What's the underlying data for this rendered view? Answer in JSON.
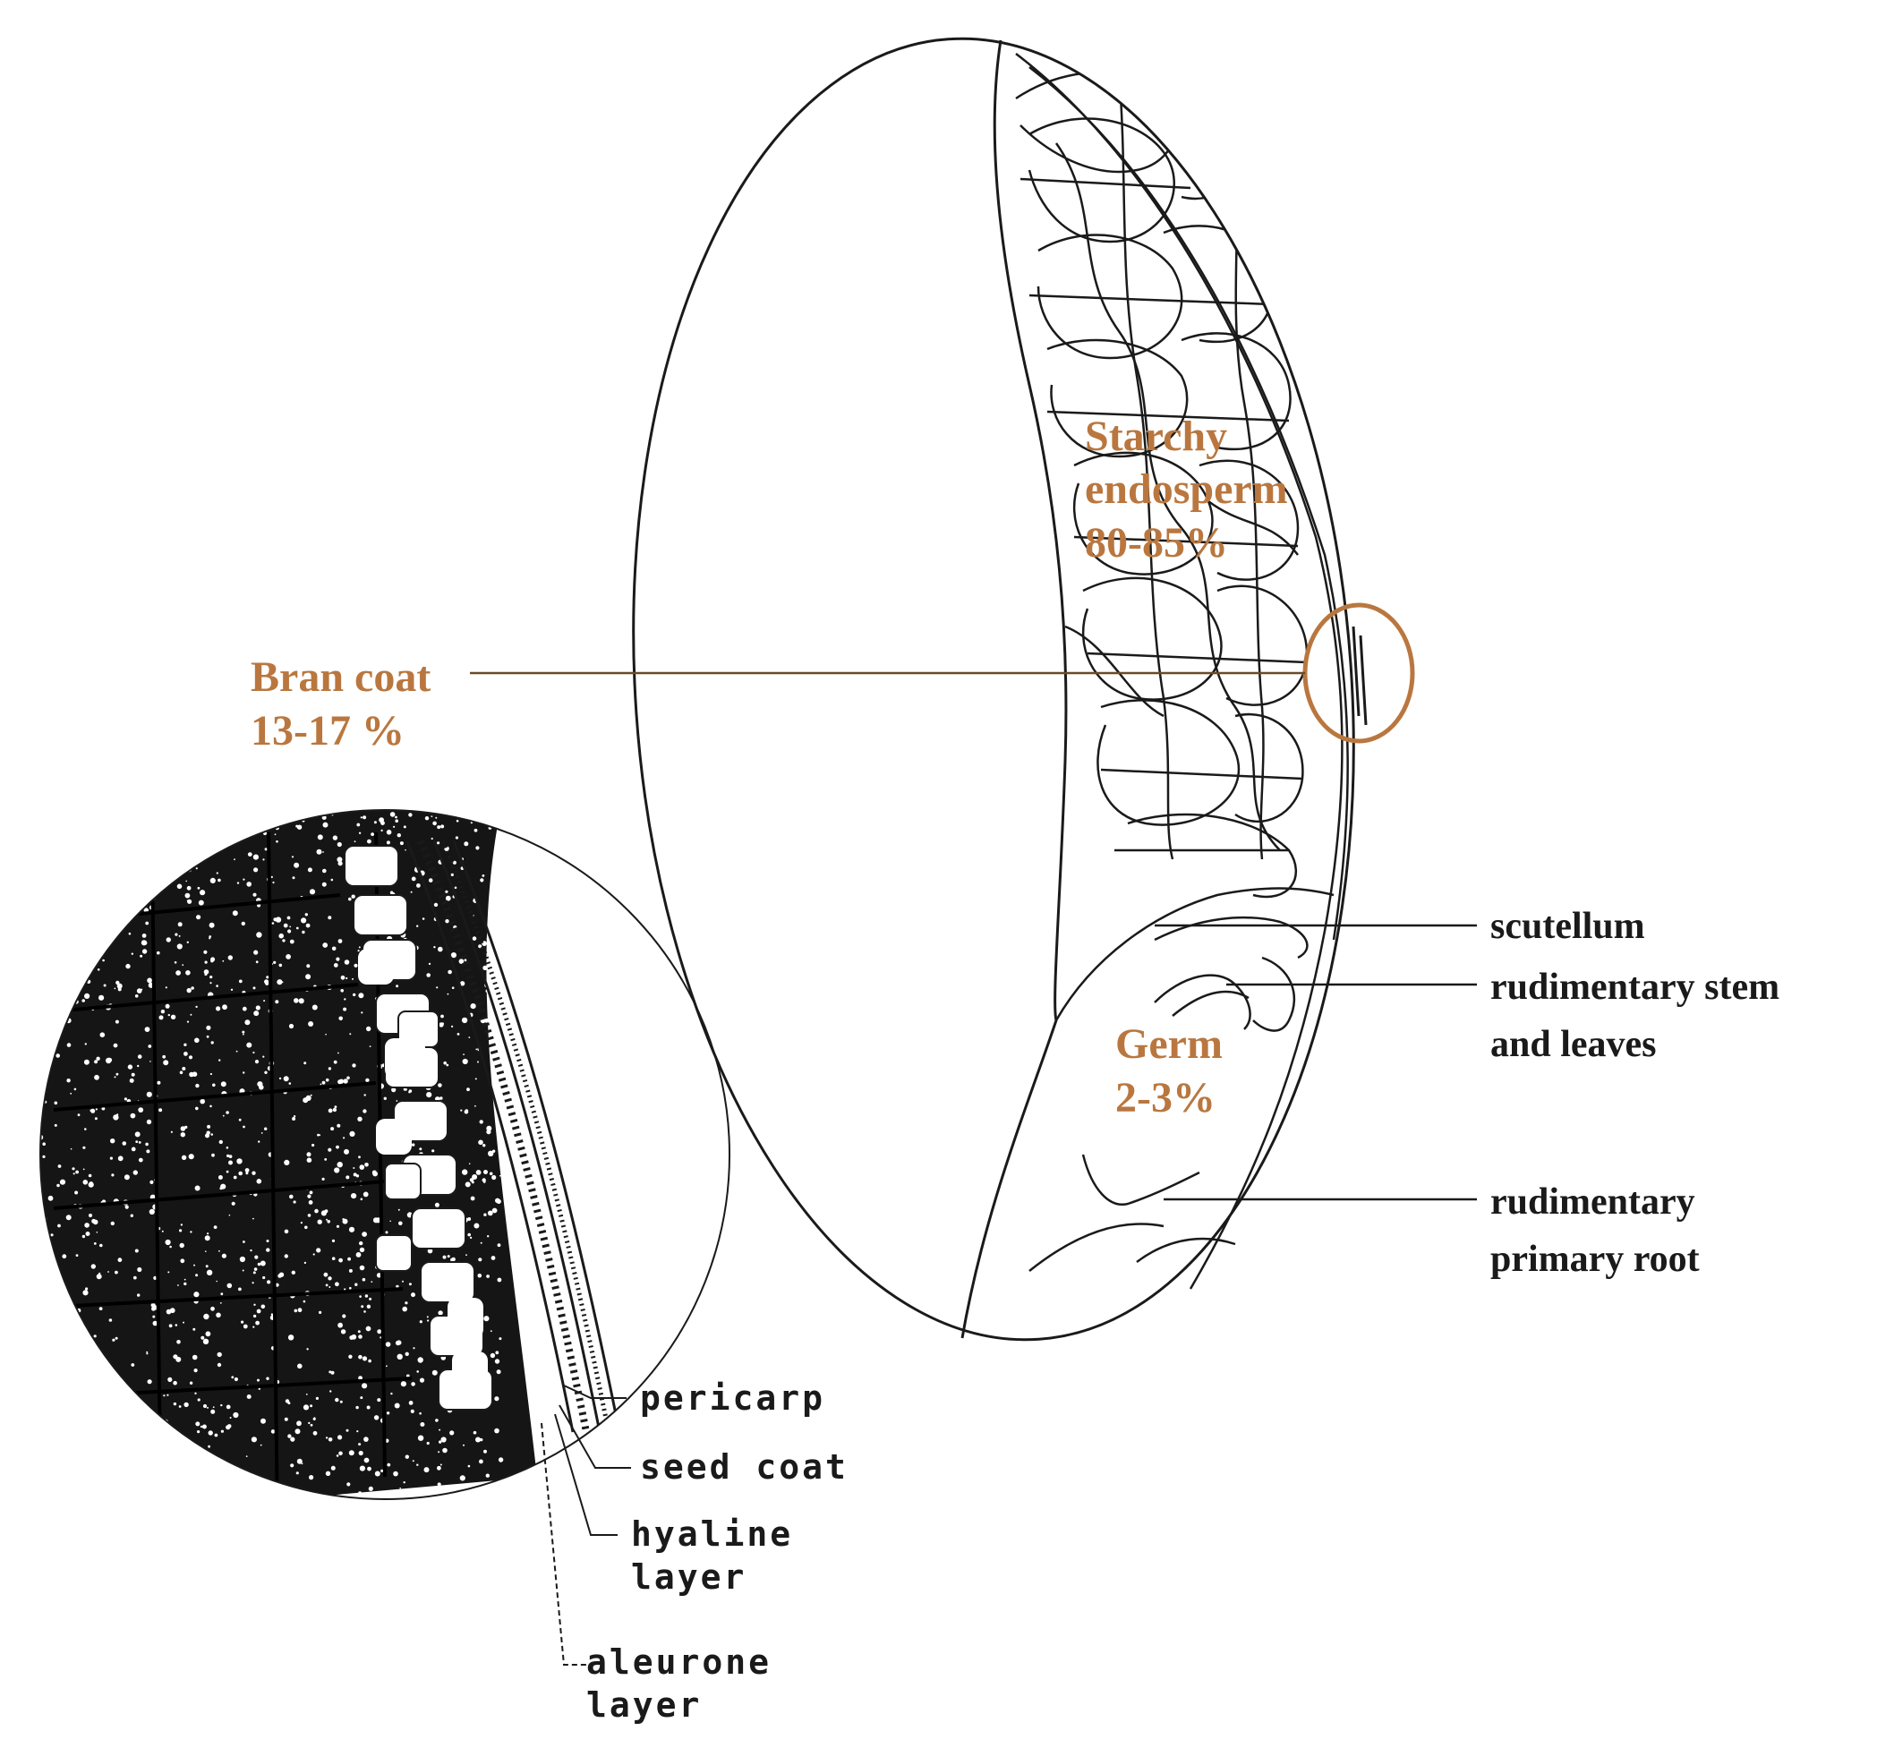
{
  "colors": {
    "accent": "#b9773f",
    "ink": "#1a1a1a",
    "background": "#ffffff"
  },
  "labels": {
    "bran_coat": {
      "line1": "Bran coat",
      "line2": "13-17 %"
    },
    "starchy_endosperm": {
      "line1": "Starchy",
      "line2": "endosperm",
      "line3": "80-85%"
    },
    "germ": {
      "line1": "Germ",
      "line2": "2-3%"
    },
    "scutellum": "scutellum",
    "rudimentary_stem": {
      "line1": "rudimentary stem",
      "line2": "and leaves"
    },
    "rudimentary_root": {
      "line1": "rudimentary",
      "line2": "primary root"
    }
  },
  "inset_labels": {
    "pericarp": "pericarp",
    "seed_coat": "seed coat",
    "hyaline": {
      "line1": "hyaline",
      "line2": "layer"
    },
    "aleurone": {
      "line1": "aleurone",
      "line2": "layer"
    }
  }
}
